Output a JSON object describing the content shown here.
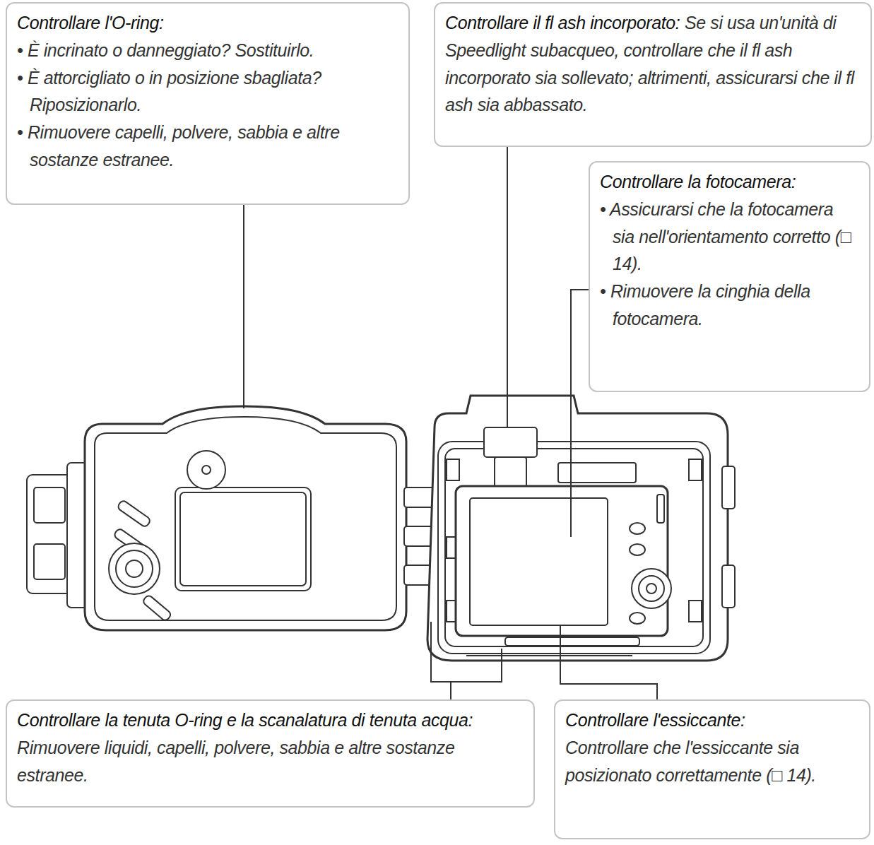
{
  "diagram": {
    "nodes": [
      {
        "text": [
          "Controllare l'O-ring:",
          "• È incrinato o danneggiato? Sostituirlo.",
          "• È attorcigliato o in posizione sbagliata? Riposizionarlo.",
          "• Rimuovere capelli, polvere, sabbia e altre sostanze estranee."
        ]
      },
      {
        "text": [
          "Controllare il fl ash incorporato:",
          "Se si usa un'unità di Speedlight subacqueo, controllare che il fl ash incorporato sia sollevato; altrimenti, assicurarsi che il fl ash sia abbassato."
        ]
      },
      {
        "text": [
          "Controllare la fotocamera:",
          "• Assicurarsi che la fotocamera sia nell'orientamento corretto (□ 14).",
          "• Rimuovere la cinghia della fotocamera."
        ]
      },
      {
        "text": [
          "Controllare la tenuta O-ring e la scanalatura di tenuta acqua:",
          "Rimuovere liquidi, capelli, polvere, sabbia e altre sostanze estranee."
        ]
      },
      {
        "text": [
          "Controllare l'essiccante:",
          "Controllare che l'essiccante sia posizionato correttamente (□ 14)."
        ]
      }
    ]
  }
}
